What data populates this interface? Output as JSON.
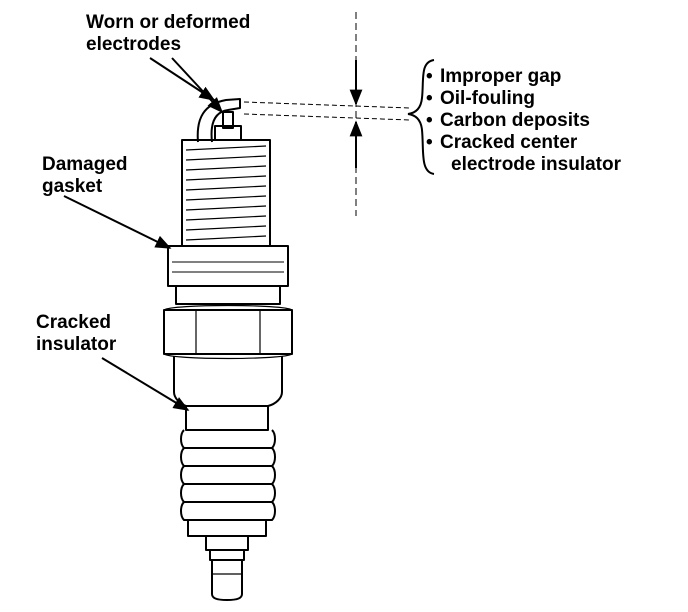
{
  "labels": {
    "electrodes_line1": "Worn or deformed",
    "electrodes_line2": "electrodes",
    "gasket_line1": "Damaged",
    "gasket_line2": "gasket",
    "insulator_line1": "Cracked",
    "insulator_line2": "insulator"
  },
  "checklist": {
    "bullet": "•",
    "items": [
      {
        "line1": "Improper gap",
        "line2": ""
      },
      {
        "line1": "Oil-fouling",
        "line2": ""
      },
      {
        "line1": "Carbon deposits",
        "line2": ""
      },
      {
        "line1": "Cracked center",
        "line2": "electrode insulator"
      }
    ]
  }
}
